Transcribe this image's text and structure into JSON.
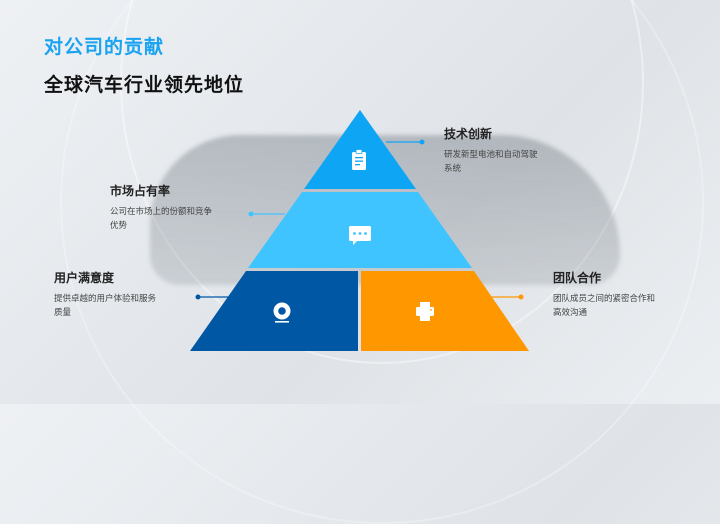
{
  "header": {
    "section_title": "对公司的贡献",
    "subtitle": "全球汽车行业领先地位"
  },
  "colors": {
    "accent": "#1aa3f0",
    "top": "#0ea5f5",
    "middle": "#40c4ff",
    "bottom_left": "#0057a3",
    "bottom_right": "#ff9800"
  },
  "pyramid": {
    "top": {
      "icon": "clipboard-icon",
      "title": "技术创新",
      "desc": "研发新型电池和自动驾驶系统"
    },
    "middle": {
      "icon": "chat-bubble-icon",
      "title": "市场占有率",
      "desc": "公司在市场上的份额和竞争优势"
    },
    "bottom_left": {
      "icon": "webcam-icon",
      "title": "用户满意度",
      "desc": "提供卓越的用户体验和服务质量"
    },
    "bottom_right": {
      "icon": "printer-icon",
      "title": "团队合作",
      "desc": "团队成员之间的紧密合作和高效沟通"
    }
  }
}
